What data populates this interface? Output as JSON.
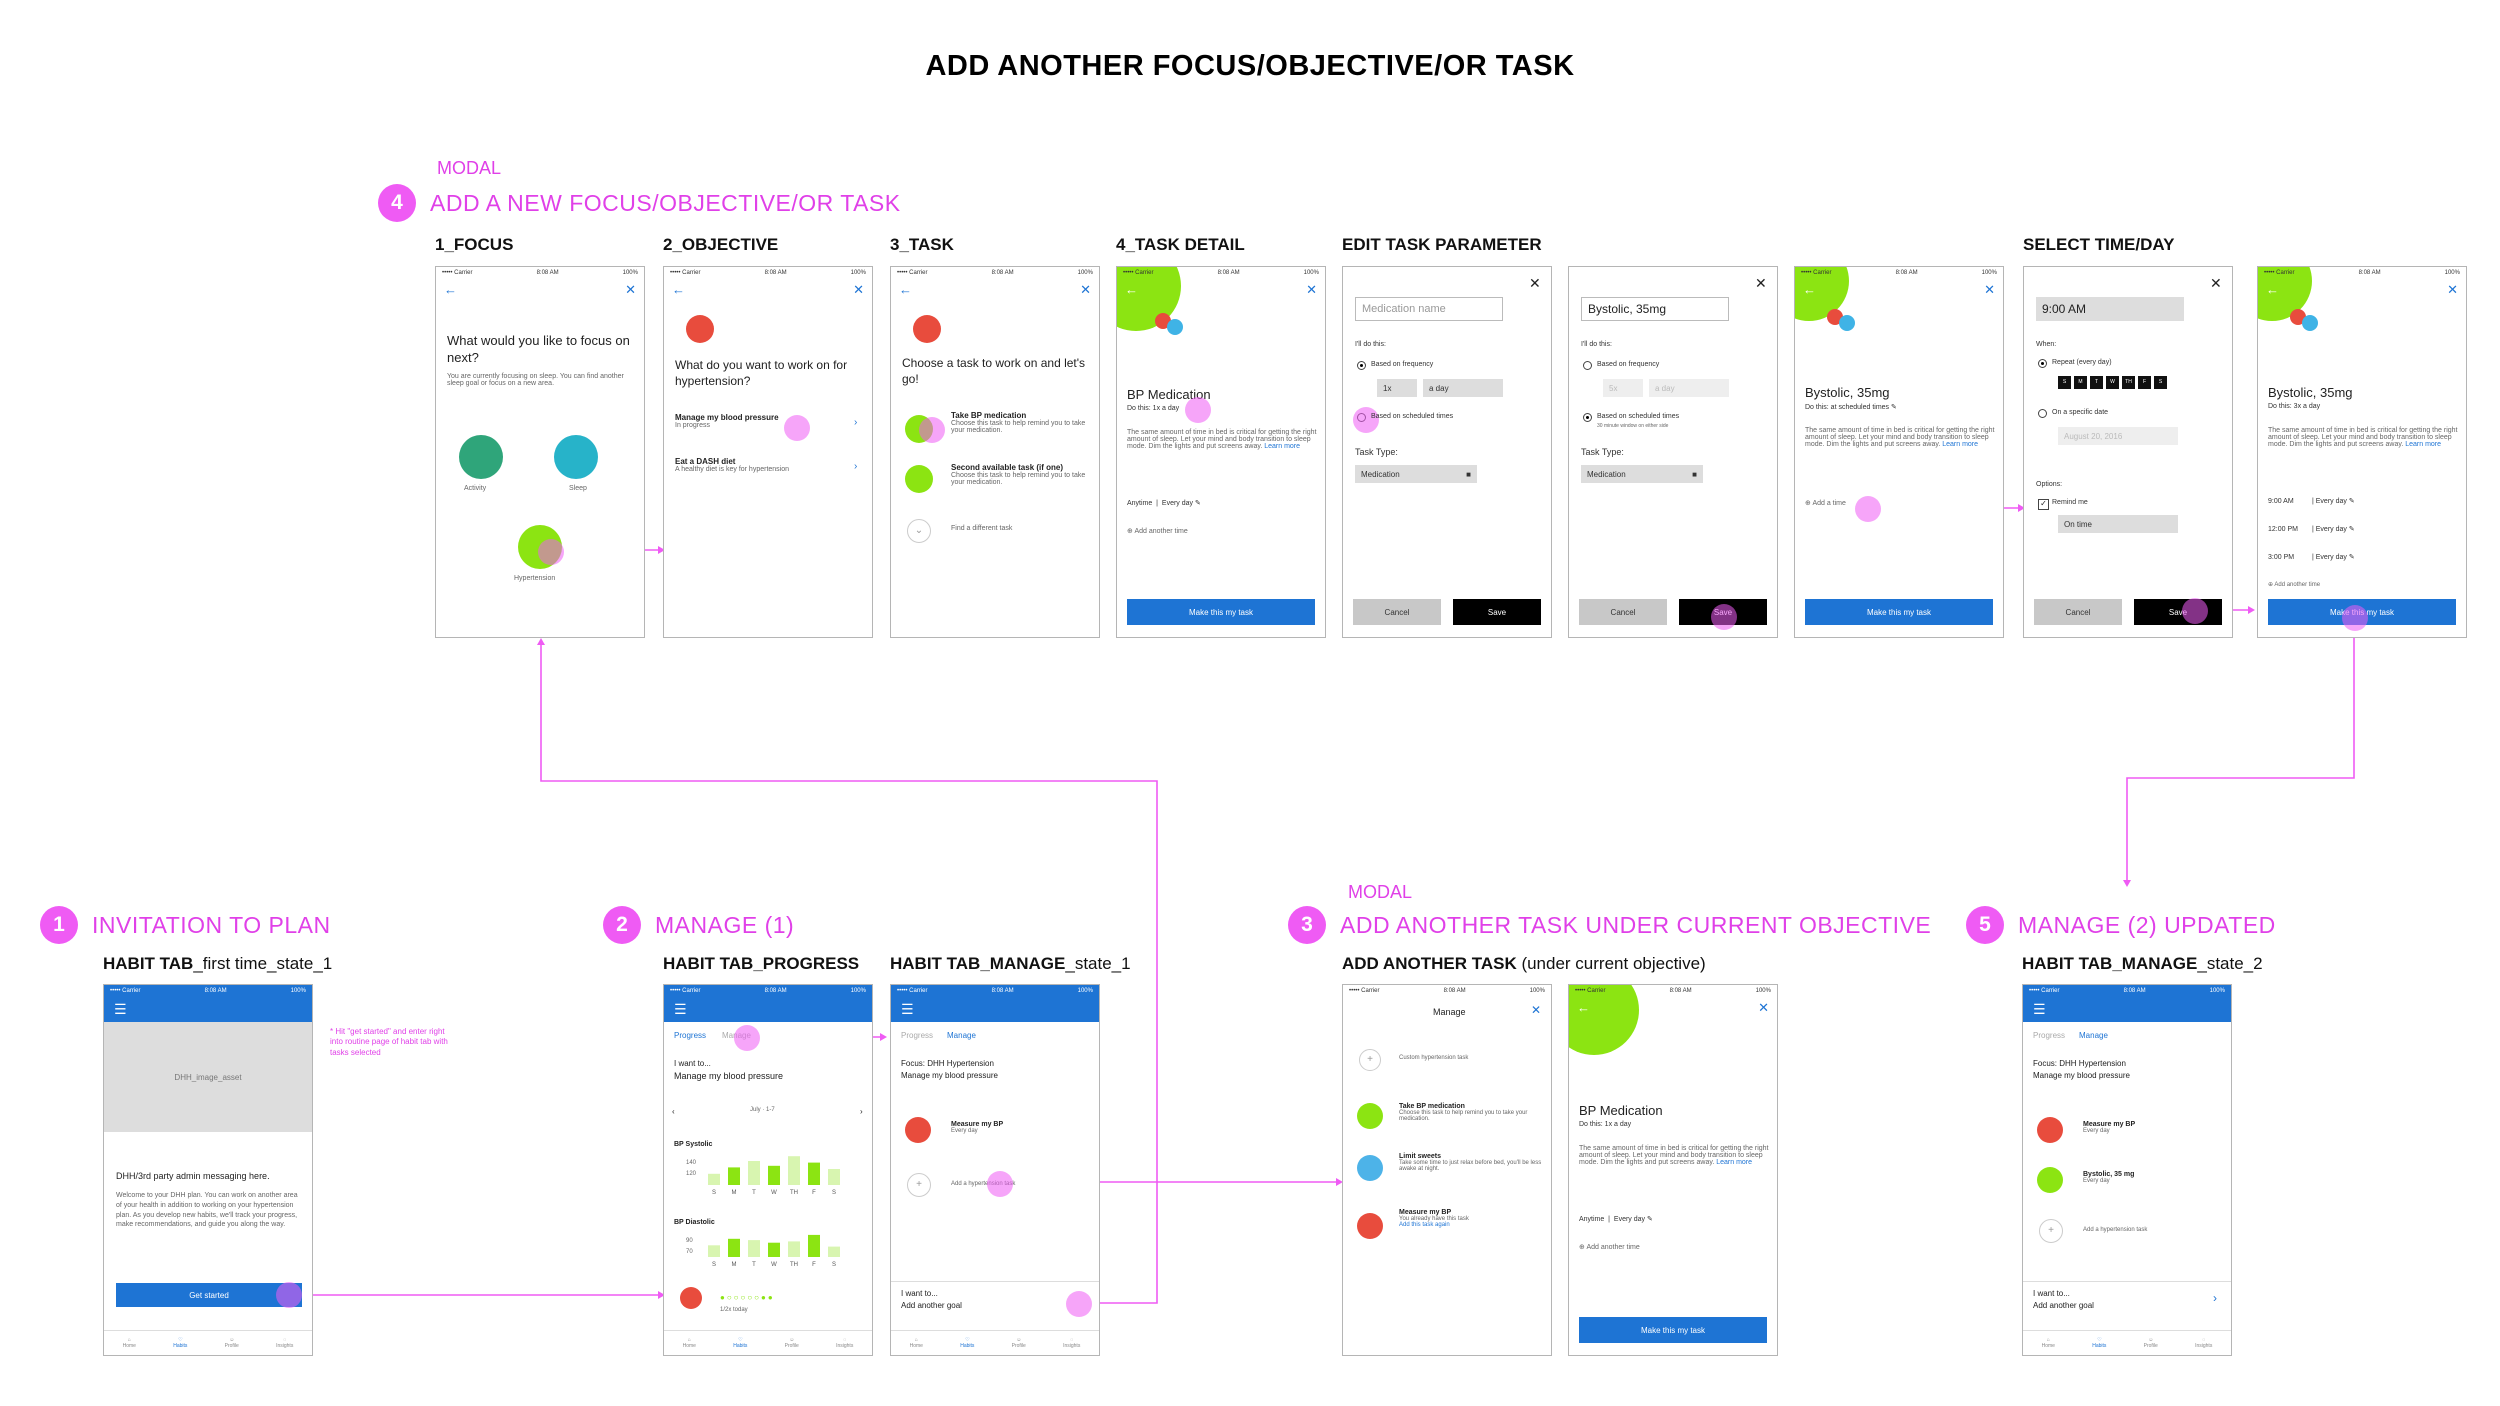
{
  "title": "ADD ANOTHER FOCUS/OBJECTIVE/OR TASK",
  "colors": {
    "accent_pink": "#ef5bf4",
    "brand_blue": "#1e74d4",
    "green": "#8ce412"
  },
  "sections": {
    "s4": {
      "tag": "MODAL",
      "num": "4",
      "title": "ADD A NEW FOCUS/OBJECTIVE/OR TASK"
    },
    "s1": {
      "num": "1",
      "title": "INVITATION TO PLAN"
    },
    "s2": {
      "num": "2",
      "title": "MANAGE (1)"
    },
    "s3": {
      "tag": "MODAL",
      "num": "3",
      "title": "ADD ANOTHER TASK UNDER CURRENT OBJECTIVE"
    },
    "s5": {
      "num": "5",
      "title": "MANAGE (2) UPDATED"
    }
  },
  "labels": {
    "focus": "1_FOCUS",
    "objective": "2_OBJECTIVE",
    "task": "3_TASK",
    "task_detail": "4_TASK DETAIL",
    "edit_param": "EDIT TASK PARAMETER",
    "select_time": "SELECT TIME/DAY",
    "habit_first_bold": "HABIT TAB",
    "habit_first_rest": "_first time_state_1",
    "habit_progress": "HABIT TAB_PROGRESS",
    "habit_manage1_bold": "HABIT TAB_MANAGE",
    "habit_manage1_rest": "_state_1",
    "add_task_bold": "ADD ANOTHER TASK",
    "add_task_rest": " (under current objective)",
    "habit_manage2_bold": "HABIT TAB_MANAGE",
    "habit_manage2_rest": "_state_2"
  },
  "status": {
    "carrier": "••••• Carrier",
    "time": "8:08 AM",
    "battery": "100%"
  },
  "annotation": "* Hit \"get started\" and enter right into routine page of habit tab with tasks selected",
  "focus_screen": {
    "question": "What would you like to focus on next?",
    "body": "You are currently focusing on sleep. You can find another sleep goal or focus on a new area.",
    "items": [
      "Activity",
      "Sleep",
      "Hypertension"
    ]
  },
  "objective_screen": {
    "question": "What do you want to work on for hypertension?",
    "item1_title": "Manage my blood pressure",
    "item1_sub": "In progress",
    "item2_title": "Eat a DASH diet",
    "item2_sub": "A healthy diet is key for hypertension"
  },
  "task_screen": {
    "question": "Choose a task to work on and let's go!",
    "item1_title": "Take BP medication",
    "item1_sub": "Choose this task to help remind you to take your medication.",
    "item2_title": "Second available task (if one)",
    "item2_sub": "Choose this task to help remind you to take your medication.",
    "item3": "Find a different task"
  },
  "detail_screen": {
    "title": "BP Medication",
    "freq": "Do this: 1x a day",
    "body": "The same amount of time in bed is critical for getting the right amount of sleep. Let your mind and body transition to sleep mode. Dim the lights and put screens away.",
    "learn": "Learn more",
    "when": "Anytime",
    "days": "Every day",
    "add_time": "Add another time",
    "button": "Make this my task"
  },
  "edit1": {
    "placeholder": "Medication name",
    "ill": "I'll do this:",
    "opt1": "Based on frequency",
    "count": "1x",
    "period": "a day",
    "opt2": "Based on scheduled times",
    "type_label": "Task Type:",
    "type_val": "Medication",
    "cancel": "Cancel",
    "save": "Save"
  },
  "edit2": {
    "value": "Bystolic, 35mg",
    "ill": "I'll do this:",
    "opt1": "Based on frequency",
    "count": "5x",
    "period": "a day",
    "opt2": "Based on scheduled times",
    "opt2_sub": "30 minute window on either side",
    "type_label": "Task Type:",
    "type_val": "Medication",
    "cancel": "Cancel",
    "save": "Save"
  },
  "detail2": {
    "title": "Bystolic, 35mg",
    "freq": "Do this: at scheduled times",
    "body": "The same amount of time in bed is critical for getting the right amount of sleep. Let your mind and body transition to sleep mode. Dim the lights and put screens away.",
    "learn": "Learn more",
    "add_time": "Add a time",
    "button": "Make this my task"
  },
  "select_time": {
    "time": "9:00 AM",
    "when": "When:",
    "repeat": "Repeat (every day)",
    "days": [
      "S",
      "M",
      "T",
      "W",
      "TH",
      "F",
      "S"
    ],
    "specific": "On a specific date",
    "date": "August 20, 2016",
    "options": "Options:",
    "remind": "Remind me",
    "ontime": "On time",
    "cancel": "Cancel",
    "save": "Save"
  },
  "detail3": {
    "title": "Bystolic, 35mg",
    "freq": "Do this: 3x a day",
    "body": "The same amount of time in bed is critical for getting the right amount of sleep. Let your mind and body transition to sleep mode. Dim the lights and put screens away.",
    "learn": "Learn more",
    "times": [
      {
        "time": "9:00 AM",
        "days": "Every day"
      },
      {
        "time": "12:00 PM",
        "days": "Every day"
      },
      {
        "time": "3:00 PM",
        "days": "Every day"
      }
    ],
    "add_time": "Add another time",
    "button": "Make this my task"
  },
  "first_time": {
    "asset": "DHH_image_asset",
    "heading": "DHH/3rd party admin messaging here.",
    "body": "Welcome to your DHH plan. You can work on another area of your health in addition to working on your hypertension plan. As you develop new habits, we'll track your progress, make recommendations, and guide you along the way.",
    "button": "Get started"
  },
  "tabs": [
    "Home",
    "Habits",
    "Profile",
    "Insights"
  ],
  "progress_screen": {
    "tab1": "Progress",
    "tab2": "Manage",
    "want": "I want to...",
    "goal": "Manage my blood pressure",
    "week": "July · 1-7",
    "systolic": "BP Systolic",
    "diastolic": "BP Diastolic",
    "sys_ticks": [
      "140",
      "120"
    ],
    "dia_ticks": [
      "90",
      "70"
    ],
    "weekdays": [
      "S",
      "M",
      "T",
      "W",
      "TH",
      "F",
      "S"
    ],
    "systolic_values": [
      0.35,
      0.55,
      0.75,
      0.6,
      0.9,
      0.7,
      0.5
    ],
    "diastolic_values": [
      0.45,
      0.7,
      0.65,
      0.55,
      0.6,
      0.85,
      0.4
    ],
    "today": "1/2x today"
  },
  "manage1": {
    "tab1": "Progress",
    "tab2": "Manage",
    "focus": "Focus: DHH Hypertension",
    "goal": "Manage my blood pressure",
    "task1": "Measure my BP",
    "task1_sub": "Every day",
    "add": "Add a hypertension task",
    "want": "I want to...",
    "another": "Add another goal"
  },
  "add_modal": {
    "title": "Manage",
    "custom": "Custom hypertension task",
    "t1": "Take BP medication",
    "t1_sub": "Choose this task to help remind you to take your medication.",
    "t2": "Limit sweets",
    "t2_sub": "Take some time to just relax before bed, you'll be less awake at night.",
    "t3": "Measure my BP",
    "t3_sub": "You already have this task",
    "t3_link": "Add this task again"
  },
  "detail4": {
    "title": "BP Medication",
    "freq": "Do this: 1x a day",
    "body": "The same amount of time in bed is critical for getting the right amount of sleep. Let your mind and body transition to sleep mode. Dim the lights and put screens away.",
    "learn": "Learn more",
    "when": "Anytime",
    "days": "Every day",
    "add_time": "Add another time",
    "button": "Make this my task"
  },
  "manage2": {
    "tab1": "Progress",
    "tab2": "Manage",
    "focus": "Focus: DHH Hypertension",
    "goal": "Manage my blood pressure",
    "task1": "Measure my BP",
    "task1_sub": "Every day",
    "task2": "Bystolic, 35 mg",
    "task2_sub": "Every day",
    "add": "Add a hypertension task",
    "want": "I want to...",
    "another": "Add another goal"
  }
}
